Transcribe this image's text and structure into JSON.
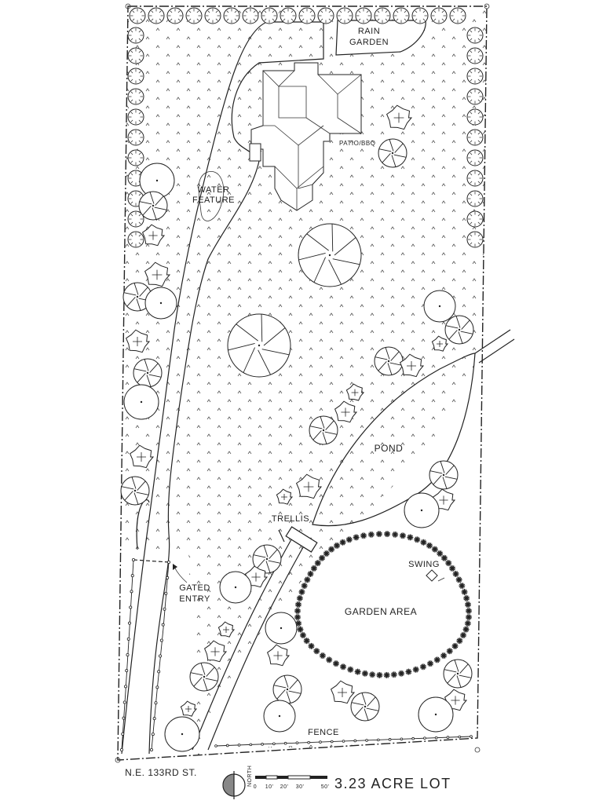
{
  "labels": {
    "rain_garden_line1": "RAIN",
    "rain_garden_line2": "GARDEN",
    "patio": "PATIO/BBQ",
    "water_feature_line1": "WATER",
    "water_feature_line2": "FEATURE",
    "pond": "POND",
    "trellis": "TRELLIS",
    "gated_entry_line1": "GATED",
    "gated_entry_line2": "ENTRY",
    "swing": "SWING",
    "garden_area": "GARDEN AREA",
    "fence": "FENCE",
    "street": "N.E. 133RD ST."
  },
  "legend": {
    "north": "NORTH",
    "scale_ticks": [
      "0",
      "10'",
      "20'",
      "30'",
      "50'"
    ],
    "lot_size": "3.23 ACRE LOT"
  },
  "symbols": {
    "conifer": "conifer-tree-icon",
    "deciduous": "deciduous-tree-icon",
    "shrub": "shrub-icon",
    "north_arrow": "north-arrow-icon"
  },
  "colors": {
    "line": "#222222",
    "background": "#ffffff"
  }
}
